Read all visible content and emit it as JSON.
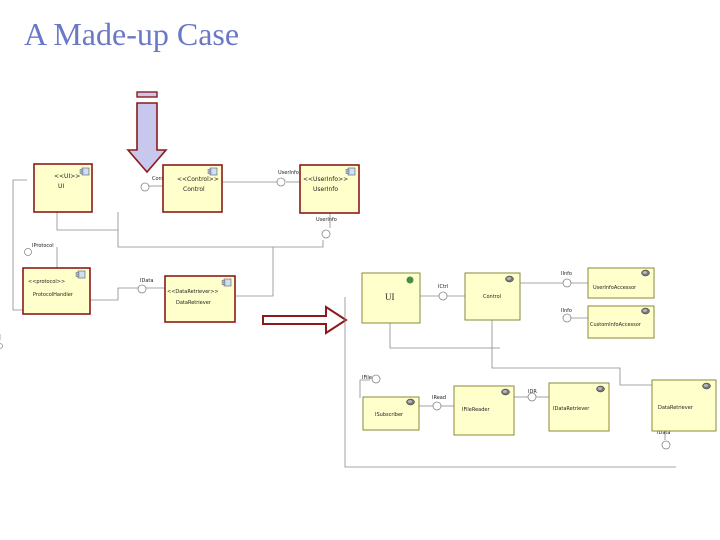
{
  "title": "A Made-up Case",
  "colors": {
    "title": "#6a78c8",
    "box_fill": "#ffffcc",
    "box_border_dark": "#8b1a1a",
    "box_border_light": "#8a8a3a",
    "arrow_fill": "#c8c8ee",
    "arrow_border": "#8b1a1a",
    "line": "#8a8a8a"
  },
  "left_diagram": {
    "components": [
      {
        "stereo": "<<UI>>",
        "name": "UI"
      },
      {
        "stereo": "<<Control>>",
        "name": "Control"
      },
      {
        "stereo": "<<UserInfo>>",
        "name": "UserInfo"
      },
      {
        "stereo": "<<protocol>>",
        "name": "ProtocolHandler"
      },
      {
        "stereo": "<<DataRetriever>>",
        "name": "DataRetriever"
      }
    ],
    "interfaces": [
      "Control",
      "UserInfo",
      "UserInfo",
      "IProtocol",
      "IData"
    ]
  },
  "right_diagram": {
    "components": [
      {
        "name": "UI"
      },
      {
        "name": "Control"
      },
      {
        "name": "UserInfoAccessor"
      },
      {
        "name": "CustomInfoAccessor"
      },
      {
        "name": "ISubscriber"
      },
      {
        "name": "IFileReader"
      },
      {
        "name": "IDataRetriever"
      },
      {
        "name": "DataRetriever"
      }
    ],
    "interfaces": [
      "ICtrl",
      "IInfo",
      "IInfo",
      "IFile",
      "IRead",
      "IDR",
      "IData"
    ]
  }
}
